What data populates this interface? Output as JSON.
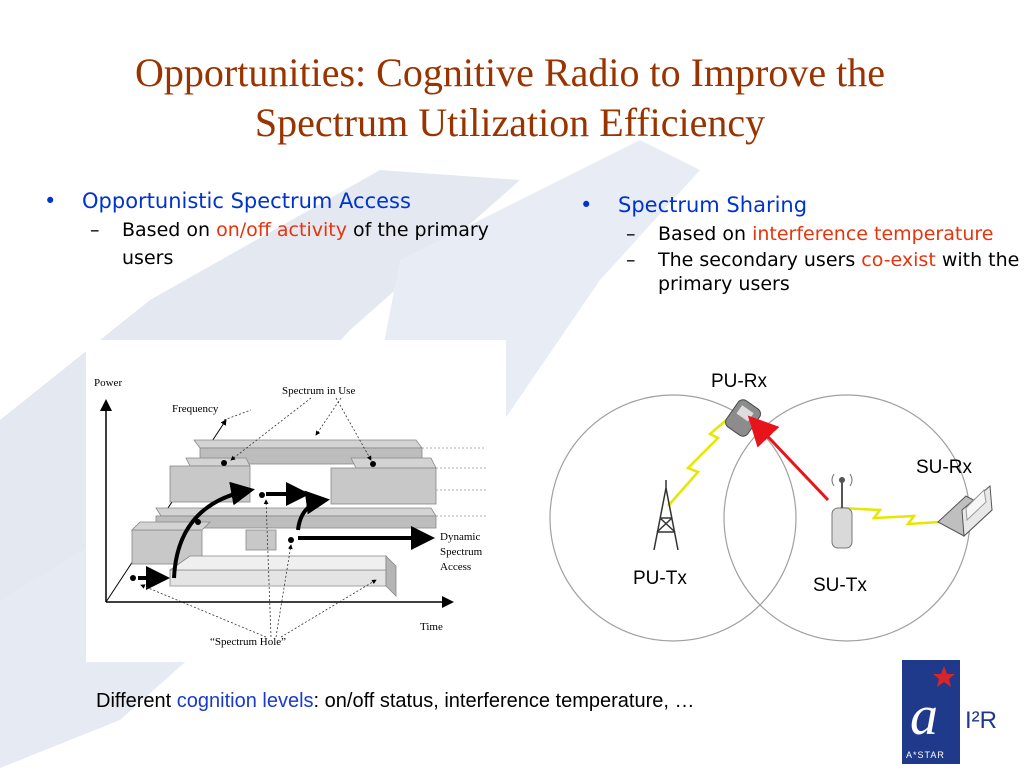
{
  "title": {
    "line1": "Opportunities: Cognitive Radio to Improve the",
    "line2": "Spectrum Utilization Efficiency"
  },
  "left_bullet": {
    "marker": "•",
    "heading": "Opportunistic Spectrum Access",
    "sub": {
      "dash": "–",
      "pre": "Based on ",
      "highlight": "on/off activity",
      "post": " of the primary users"
    }
  },
  "right_bullet": {
    "marker": "•",
    "heading": "Spectrum Sharing",
    "sub1": {
      "dash": "–",
      "pre": "Based on ",
      "highlight": "interference temperature"
    },
    "sub2": {
      "dash": "–",
      "pre": "The secondary users ",
      "highlight": "co-exist",
      "post": " with the primary users"
    }
  },
  "dsa_diagram": {
    "power_label": "Power",
    "frequency_label": "Frequency",
    "spectrum_in_use_label": "Spectrum in Use",
    "dynamic_label_1": "Dynamic",
    "dynamic_label_2": "Spectrum",
    "dynamic_label_3": "Access",
    "time_label": "Time",
    "hole_label": "“Spectrum Hole”"
  },
  "sharing_diagram": {
    "pu_rx": "PU-Rx",
    "su_rx": "SU-Rx",
    "pu_tx": "PU-Tx",
    "su_tx": "SU-Tx",
    "interference_arrow_color": "#e8141b"
  },
  "bottom": {
    "pre": "Different ",
    "highlight": "cognition levels",
    "post": ": on/off status, interference temperature, …"
  },
  "logo": {
    "brand": "A*STAR",
    "unit": "I²R"
  },
  "colors": {
    "title": "#993300",
    "bullet_heading": "#0033cc",
    "highlight": "#e8330c",
    "watermark": "#dde3ee"
  }
}
